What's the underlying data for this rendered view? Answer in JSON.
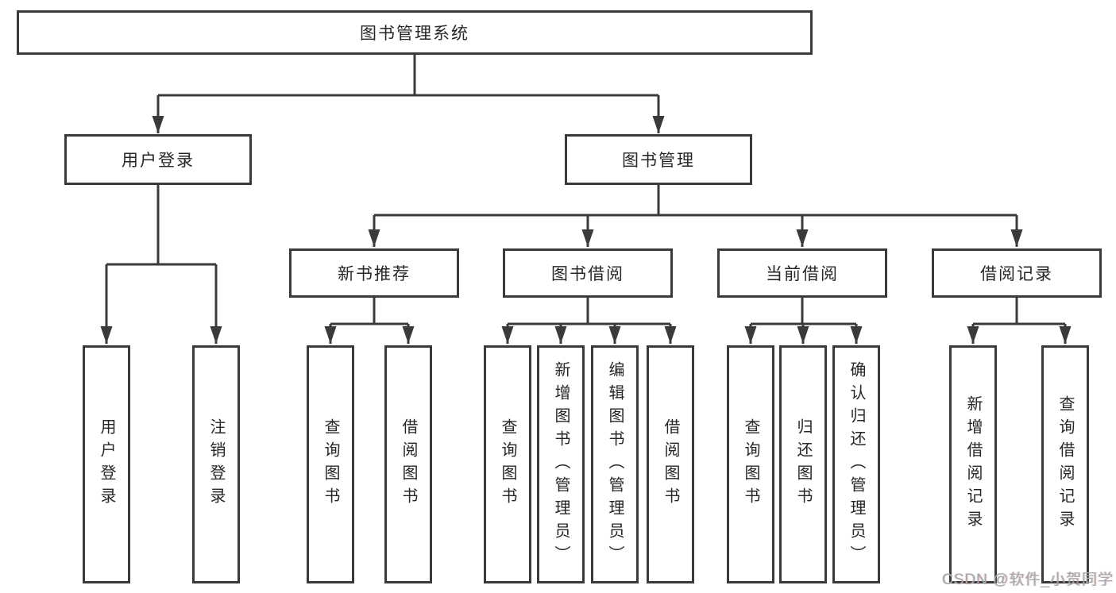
{
  "diagram": {
    "title": "图书管理系统",
    "level2": {
      "user_login": "用户登录",
      "book_mgmt": "图书管理"
    },
    "level3": {
      "new_book": "新书推荐",
      "book_borrow": "图书借阅",
      "current_borrow": "当前借阅",
      "borrow_record": "借阅记录"
    },
    "leaves": {
      "user_login": [
        "用户登录",
        "注销登录"
      ],
      "new_book": [
        "查询图书",
        "借阅图书"
      ],
      "book_borrow": [
        "查询图书",
        "新增图书（管理员）",
        "编辑图书（管理员）",
        "借阅图书"
      ],
      "current_borrow": [
        "查询图书",
        "归还图书",
        "确认归还（管理员）"
      ],
      "borrow_record": [
        "新增借阅记录",
        "查询借阅记录"
      ]
    },
    "watermark": "CSDN @软件_小贺同学",
    "colors": {
      "line": "#3a3a3a",
      "text": "#262626",
      "background": "#ffffff",
      "watermark": "#a9a9a9"
    }
  }
}
